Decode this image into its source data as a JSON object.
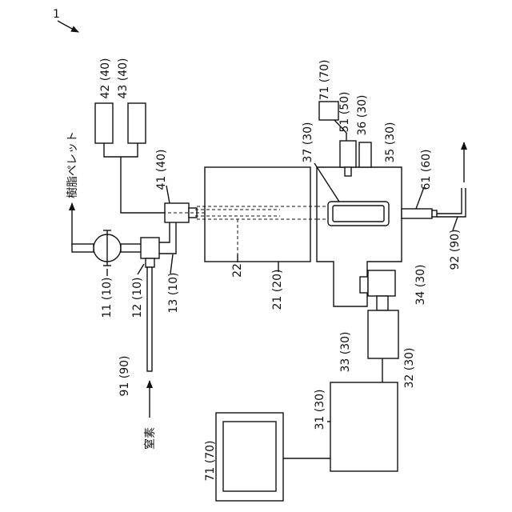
{
  "figure_number": "1",
  "labels": {
    "l71_top": "71 (70)",
    "l51": "51 (50)",
    "l36": "36 (30)",
    "l35": "35 (30)",
    "l37": "37 (30)",
    "l42": "42 (40)",
    "l43": "43 (40)",
    "l41": "41 (40)",
    "l61": "61 (60)",
    "resin": "樹脂ペレット",
    "l11": "11 (10)",
    "l12": "12 (10)",
    "l13": "13 (10)",
    "l22": "22",
    "l21": "21 (20)",
    "l92": "92 (90)",
    "l34": "34 (30)",
    "l33": "33 (30)",
    "l32": "32 (30)",
    "l91": "91 (90)",
    "nitrogen": "窒素",
    "l31": "31 (30)",
    "l71_bottom": "71 (70)"
  }
}
